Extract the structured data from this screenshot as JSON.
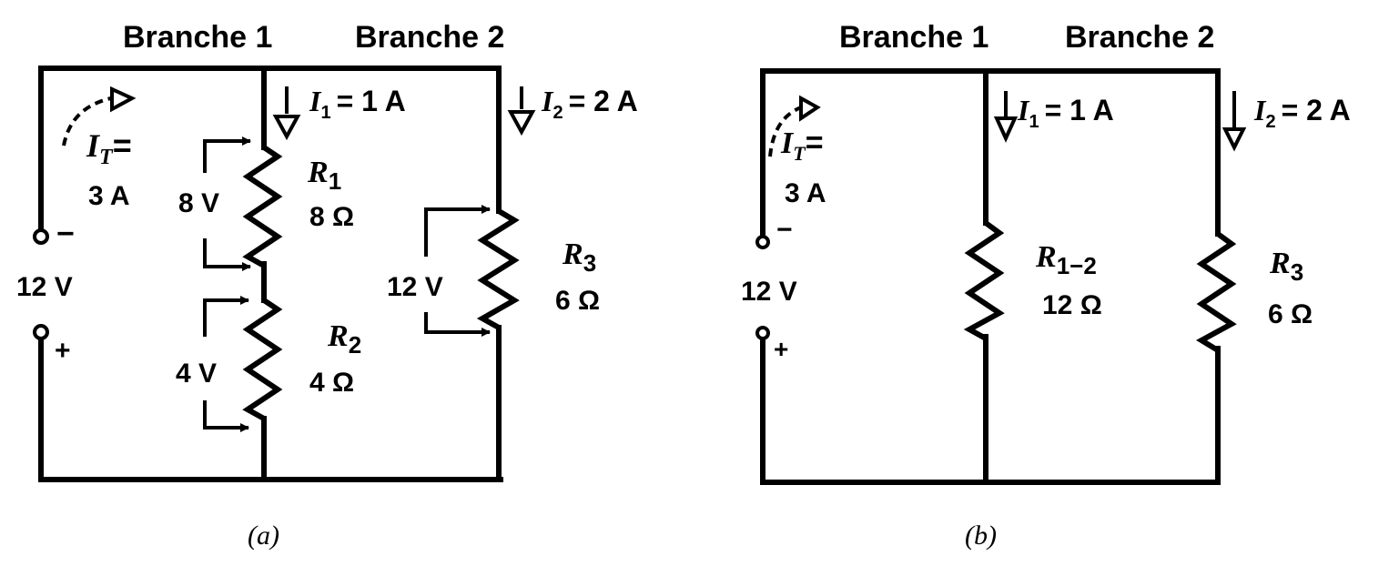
{
  "diagrams": [
    {
      "id": "a",
      "caption": "(a)",
      "branch_labels": [
        "Branche 1",
        "Branche 2"
      ],
      "source": {
        "voltage": "12 V",
        "minus": "−",
        "plus": "+"
      },
      "total_current": {
        "symbol": "I",
        "sub": "T",
        "eq": "=",
        "value": "3 A"
      },
      "branch_currents": [
        {
          "symbol": "I",
          "sub": "1",
          "text": "= 1 A"
        },
        {
          "symbol": "I",
          "sub": "2",
          "text": "= 2 A"
        }
      ],
      "resistors": [
        {
          "name": "R",
          "sub": "1",
          "value": "8 Ω",
          "voltage_drop": "8 V"
        },
        {
          "name": "R",
          "sub": "2",
          "value": "4 Ω",
          "voltage_drop": "4 V"
        },
        {
          "name": "R",
          "sub": "3",
          "value": "6 Ω",
          "voltage_drop": "12 V"
        }
      ]
    },
    {
      "id": "b",
      "caption": "(b)",
      "branch_labels": [
        "Branche 1",
        "Branche 2"
      ],
      "source": {
        "voltage": "12 V",
        "minus": "−",
        "plus": "+"
      },
      "total_current": {
        "symbol": "I",
        "sub": "T",
        "eq": "=",
        "value": "3 A"
      },
      "branch_currents": [
        {
          "symbol": "I",
          "sub": "1",
          "text": "= 1 A"
        },
        {
          "symbol": "I",
          "sub": "2",
          "text": "= 2 A"
        }
      ],
      "resistors": [
        {
          "name": "R",
          "sub": "1−2",
          "value": "12 Ω"
        },
        {
          "name": "R",
          "sub": "3",
          "value": "6 Ω"
        }
      ]
    }
  ]
}
